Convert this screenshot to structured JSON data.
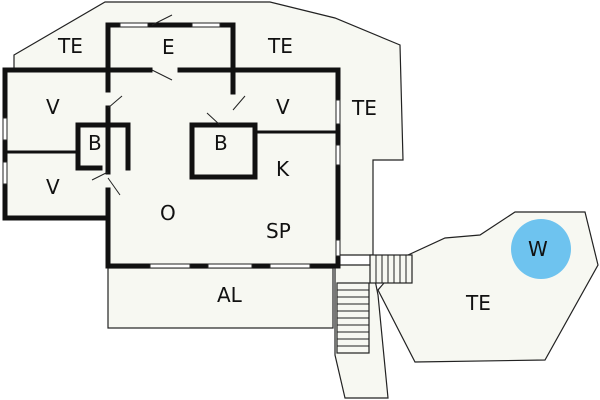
{
  "rooms": {
    "te_top_left": "TE",
    "e": "E",
    "te_top_right": "TE",
    "v_left": "V",
    "v_right": "V",
    "te_right": "TE",
    "b_left": "B",
    "b_right": "B",
    "k": "K",
    "v_bottom_left": "V",
    "o": "O",
    "sp": "SP",
    "al": "AL",
    "w": "W",
    "te_pool": "TE"
  },
  "colors": {
    "pool": "#6ec3ef",
    "floor": "#f7f8f2",
    "wall": "#111111"
  }
}
